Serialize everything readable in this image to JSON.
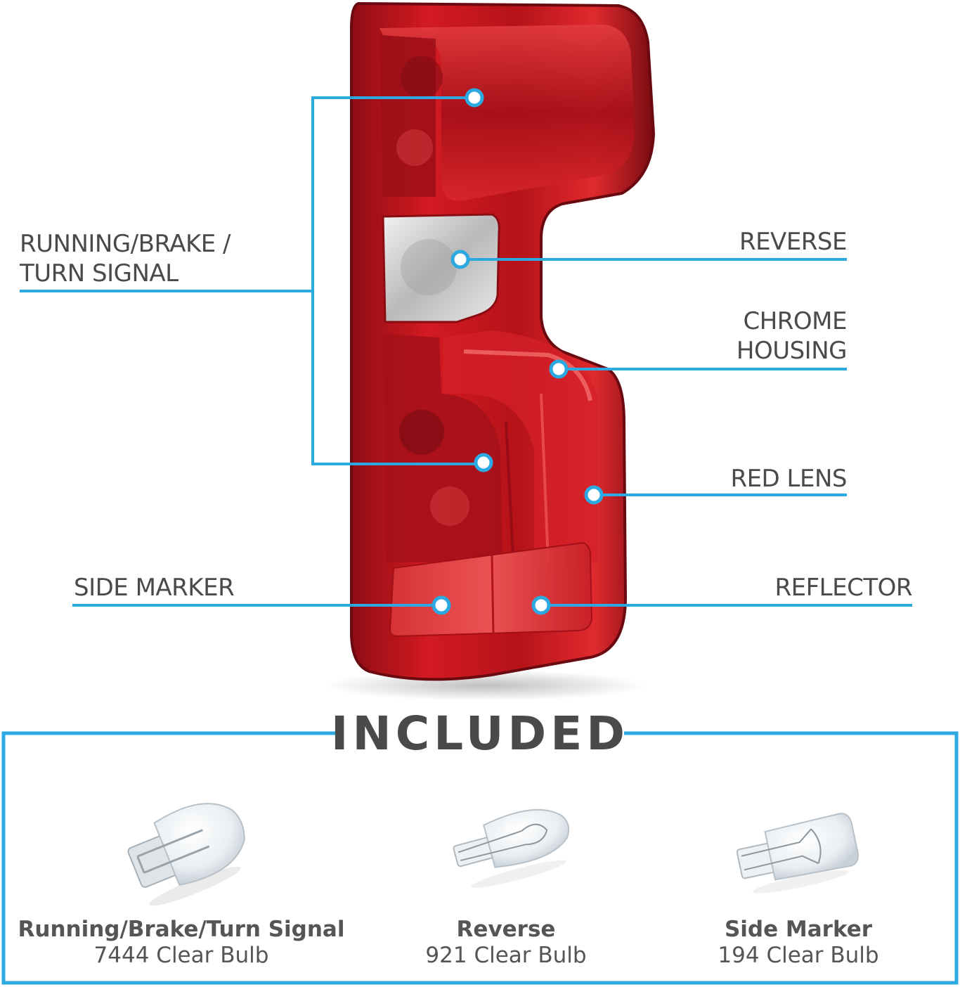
{
  "colors": {
    "accent": "#2da9e1",
    "text": "#4a4a4a",
    "lens_red": "#c8141d",
    "lens_dark": "#7a0b12"
  },
  "callouts": {
    "running_line1": "RUNNING/BRAKE /",
    "running_line2": "TURN SIGNAL",
    "reverse": "REVERSE",
    "chrome_line1": "CHROME",
    "chrome_line2": "HOUSING",
    "red_lens": "RED LENS",
    "side_marker": "SIDE MARKER",
    "reflector": "REFLECTOR"
  },
  "included": {
    "heading": "INCLUDED",
    "bulbs": [
      {
        "name": "Running/Brake/Turn Signal",
        "spec": "7444 Clear Bulb",
        "icon": "bulb-7444-icon"
      },
      {
        "name": "Reverse",
        "spec": "921 Clear Bulb",
        "icon": "bulb-921-icon"
      },
      {
        "name": "Side Marker",
        "spec": "194 Clear Bulb",
        "icon": "bulb-194-icon"
      }
    ]
  }
}
